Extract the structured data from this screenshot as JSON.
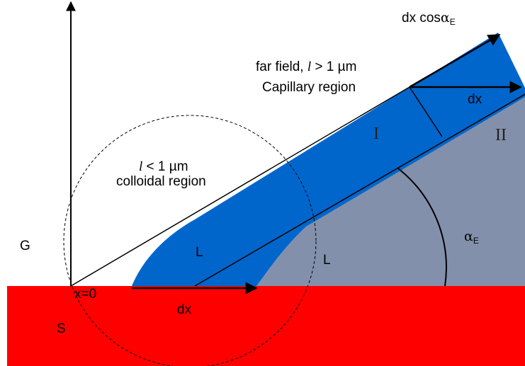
{
  "labels": {
    "far_field": "far field, ",
    "far_field_l": "l",
    "far_field_rest": " > 1 µm",
    "capillary": "Capillary region",
    "near_l": "l",
    "near_rest": " < 1 µm",
    "colloidal": "colloidal region",
    "dx_cos": "dx cos",
    "alpha": "α",
    "sub_E": "E",
    "dx_top": "dx",
    "dx_bottom": "dx",
    "region_I": "I",
    "region_II": "II",
    "L_film": "L",
    "L_bulk": "L",
    "G": "G",
    "S": "S",
    "x0": "x=0"
  },
  "colors": {
    "substrate": "#ff0000",
    "liquid_film": "#0066cc",
    "bulk_liquid": "#8390ab",
    "lines": "#000000"
  }
}
